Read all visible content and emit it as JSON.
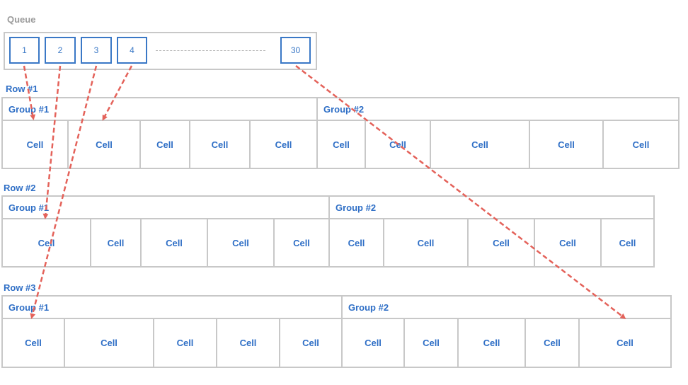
{
  "queue": {
    "title": "Queue",
    "items": [
      "1",
      "2",
      "3",
      "4",
      "30"
    ]
  },
  "rows": [
    {
      "label": "Row #1",
      "groups": [
        {
          "label": "Group #1",
          "cells": [
            "Cell",
            "Cell",
            "Cell",
            "Cell",
            "Cell"
          ]
        },
        {
          "label": "Group #2",
          "cells": [
            "Cell",
            "Cell",
            "Cell",
            "Cell",
            "Cell"
          ]
        }
      ]
    },
    {
      "label": "Row #2",
      "groups": [
        {
          "label": "Group #1",
          "cells": [
            "Cell",
            "Cell",
            "Cell",
            "Cell",
            "Cell"
          ]
        },
        {
          "label": "Group #2",
          "cells": [
            "Cell",
            "Cell",
            "Cell",
            "Cell",
            "Cell"
          ]
        }
      ]
    },
    {
      "label": "Row #3",
      "groups": [
        {
          "label": "Group #1",
          "cells": [
            "Cell",
            "Cell",
            "Cell",
            "Cell",
            "Cell"
          ]
        },
        {
          "label": "Group #2",
          "cells": [
            "Cell",
            "Cell",
            "Cell",
            "Cell",
            "Cell"
          ]
        }
      ]
    }
  ],
  "colors": {
    "border": "#c8c8c8",
    "accent": "#2f6fc6",
    "arrow": "#e4625a",
    "muted": "#9b9b9b"
  }
}
